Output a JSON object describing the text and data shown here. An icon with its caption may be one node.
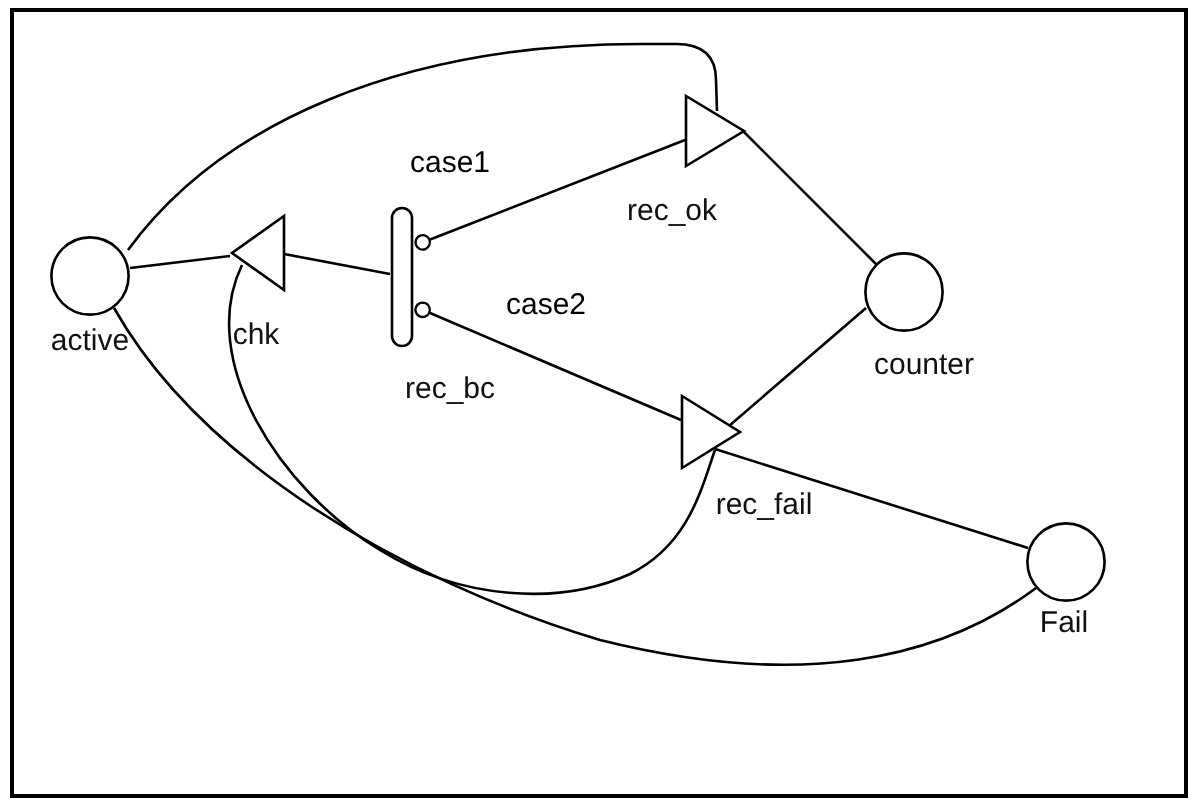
{
  "diagram": {
    "nodes": [
      {
        "text": [
          "active"
        ]
      },
      {
        "text": [
          "chk"
        ]
      },
      {
        "text": [
          "rec_bc"
        ]
      },
      {
        "text": [
          "rec_ok"
        ]
      },
      {
        "text": [
          "counter"
        ]
      },
      {
        "text": [
          "rec_fail"
        ]
      },
      {
        "text": [
          "Fail"
        ]
      }
    ],
    "edges": [
      {
        "from": 0,
        "to": 1,
        "arrow": "none"
      },
      {
        "from": 1,
        "to": 2,
        "arrow": "none"
      },
      {
        "from": 2,
        "to": 3,
        "arrow": "other",
        "label": "case1"
      },
      {
        "from": 2,
        "to": 5,
        "arrow": "other",
        "label": "case2"
      },
      {
        "from": 0,
        "to": 3,
        "arrow": "none"
      },
      {
        "from": 3,
        "to": 4,
        "arrow": "none"
      },
      {
        "from": 4,
        "to": 5,
        "arrow": "none"
      },
      {
        "from": 5,
        "to": 6,
        "arrow": "none"
      },
      {
        "from": 5,
        "to": 1,
        "arrow": "none"
      },
      {
        "from": 0,
        "to": 6,
        "arrow": "none"
      }
    ]
  }
}
